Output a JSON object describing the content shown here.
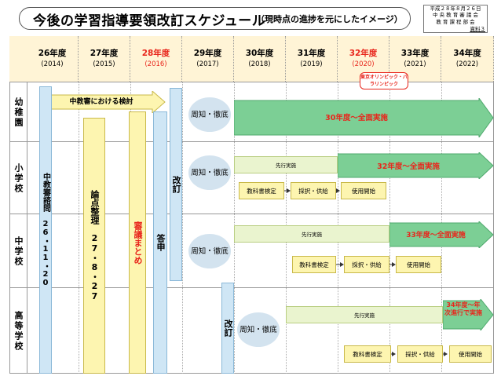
{
  "title": {
    "main": "今後の学習指導要領改訂スケジュール",
    "sub": "（現時点の進捗を元にしたイメージ）"
  },
  "issuer": {
    "date": "平成２８年８月２６日",
    "org1": "中 央 教 育 審 議 会",
    "org2": "教 育 課 程 部 会",
    "doc": "資料３"
  },
  "years": [
    {
      "year": "26年度",
      "greg": "(2014)"
    },
    {
      "year": "27年度",
      "greg": "(2015)"
    },
    {
      "year": "28年度",
      "greg": "(2016)"
    },
    {
      "year": "29年度",
      "greg": "(2017)"
    },
    {
      "year": "30年度",
      "greg": "(2018)"
    },
    {
      "year": "31年度",
      "greg": "(2019)"
    },
    {
      "year": "32年度",
      "greg": "(2020)"
    },
    {
      "year": "33年度",
      "greg": "(2021)"
    },
    {
      "year": "34年度",
      "greg": "(2022)"
    }
  ],
  "olympic": "東京オリンピック・パラリンピック",
  "rows": {
    "kindergarten": "幼稚園",
    "elementary": "小学校",
    "junior": "中学校",
    "high": "高等学校"
  },
  "bars": {
    "consult": "中教審における検討",
    "inquiry": "中教審諮問　26・11・20",
    "issues": "論点整理　27・8・27",
    "summary": "審議まとめ",
    "report": "答申",
    "revision": "改訂",
    "revision_high": "改訂"
  },
  "notify": "周知・徹底",
  "kg_full": "30年度～全面実施",
  "el_full": "32年度～全面実施",
  "jr_full": "33年度～全面実施",
  "hs_full": "34年度～年次進行で実施",
  "advance": "先行実施",
  "textbook_review": "教科書検定",
  "adoption": "採択・供給",
  "start_use": "使用開始",
  "colors": {
    "accent_red": "#e8261c",
    "green": "#5fbf7f",
    "blue": "#cfe6f5",
    "yellow": "#fdf5b0"
  }
}
